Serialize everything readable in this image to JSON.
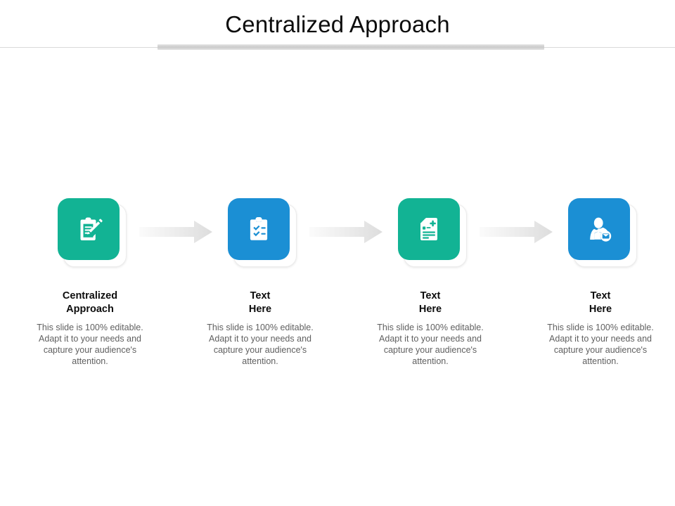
{
  "slide": {
    "title": "Centralized Approach",
    "background_color": "#ffffff",
    "title_color": "#0d0d0d",
    "divider_color": "#d9d9d9",
    "header_bar_color": "#d4d4d4"
  },
  "palette": {
    "teal": "#12b394",
    "blue": "#1b8fd4",
    "arrow_light": "#f4f4f4",
    "arrow_dark": "#dcdcdc",
    "body_text": "#606060",
    "heading_text": "#0d0d0d"
  },
  "steps": [
    {
      "id": "step-1",
      "icon_name": "clipboard-pencil-icon",
      "tile_color": "#12b394",
      "heading": "Centralized\nApproach",
      "body": "This slide is 100% editable. Adapt it to your needs and capture your audience's attention."
    },
    {
      "id": "step-2",
      "icon_name": "clipboard-checklist-icon",
      "tile_color": "#1b8fd4",
      "heading": "Text\nHere",
      "body": "This slide is 100% editable. Adapt it to your needs and capture your audience's attention."
    },
    {
      "id": "step-3",
      "icon_name": "document-plus-icon",
      "tile_color": "#12b394",
      "heading": "Text\nHere",
      "body": "This slide is 100% editable. Adapt it to your needs and capture your audience's attention."
    },
    {
      "id": "step-4",
      "icon_name": "user-envelope-icon",
      "tile_color": "#1b8fd4",
      "heading": "Text\nHere",
      "body": "This slide is 100% editable. Adapt it to your needs and capture your audience's attention."
    }
  ],
  "connectors": [
    {
      "id": "arrow-1",
      "icon_name": "arrow-right-icon",
      "from": "step-1",
      "to": "step-2"
    },
    {
      "id": "arrow-2",
      "icon_name": "arrow-right-icon",
      "from": "step-2",
      "to": "step-3"
    },
    {
      "id": "arrow-3",
      "icon_name": "arrow-right-icon",
      "from": "step-3",
      "to": "step-4"
    }
  ]
}
